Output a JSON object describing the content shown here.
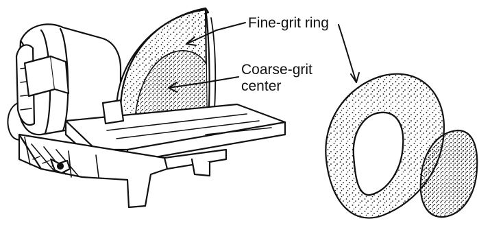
{
  "labels": {
    "fine_grit": "Fine-grit ring",
    "coarse_grit_line1": "Coarse-grit",
    "coarse_grit_line2": "center"
  },
  "icons": [
    "disc-sander-illustration",
    "sanding-ring-illustration",
    "sanding-disc-illustration"
  ],
  "colors": {
    "ink": "#111111",
    "paper": "#ffffff"
  }
}
